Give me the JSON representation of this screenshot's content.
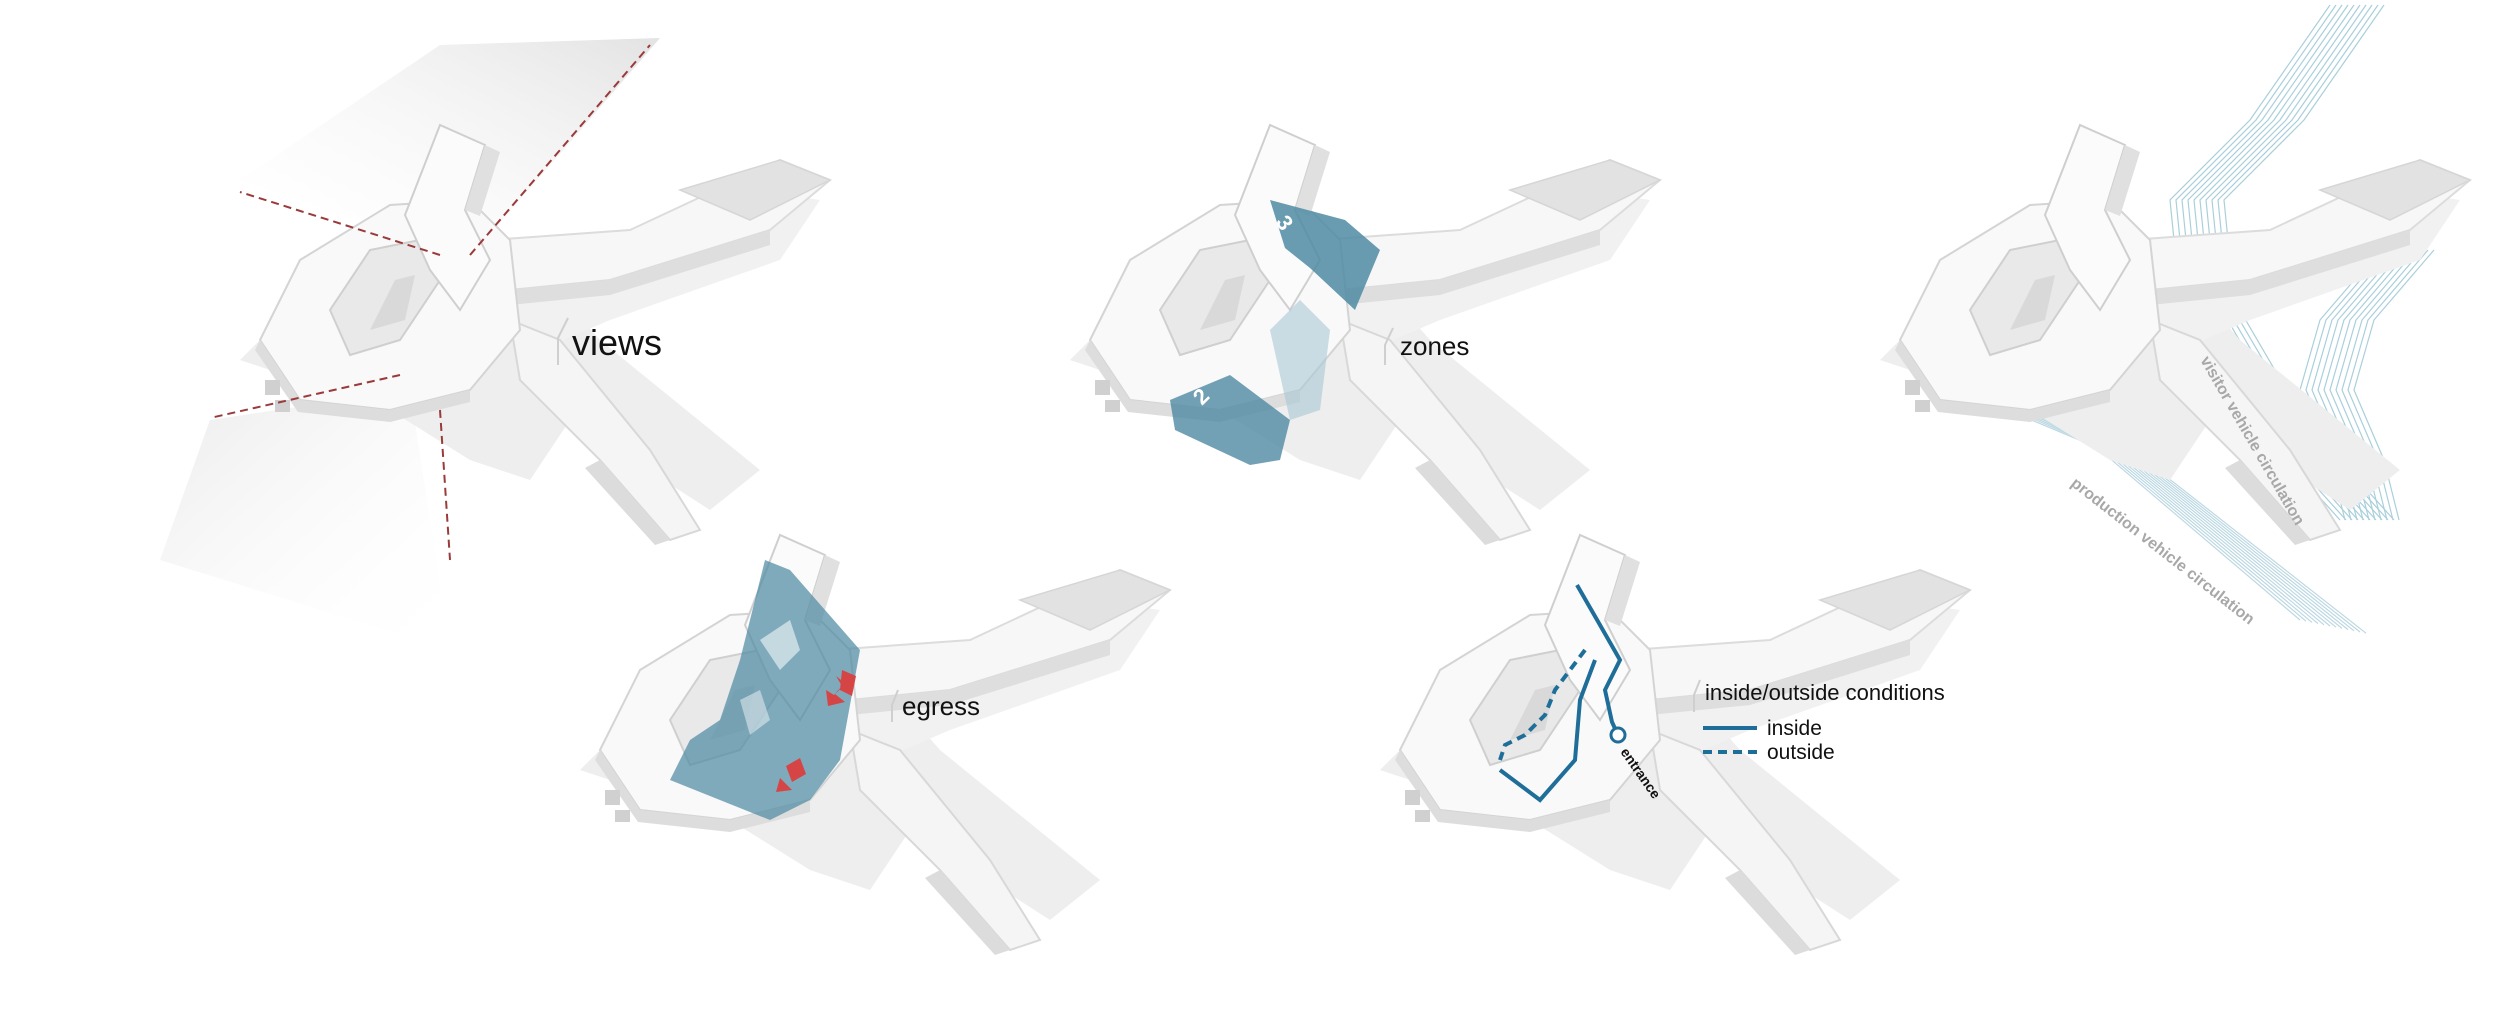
{
  "panels": {
    "views": {
      "label": "views"
    },
    "zones": {
      "label": "zones",
      "zone_numbers": [
        "3",
        "2"
      ]
    },
    "egress": {
      "label": "egress"
    },
    "conditions": {
      "title": "inside/outside conditions",
      "legend": [
        {
          "label": "inside",
          "style": "solid"
        },
        {
          "label": "outside",
          "style": "dashed"
        }
      ],
      "entrance_label": "entrance"
    },
    "circulation": {
      "visitor_label": "visitor vehicle circulation",
      "production_label": "production vehicle circulation"
    }
  },
  "colors": {
    "zone_blue": "#4f8aa3",
    "path_blue": "#1f6e99",
    "egress_red": "#d64545",
    "view_line": "#9a3a3a",
    "circulation_line": "#a9cfdb"
  }
}
